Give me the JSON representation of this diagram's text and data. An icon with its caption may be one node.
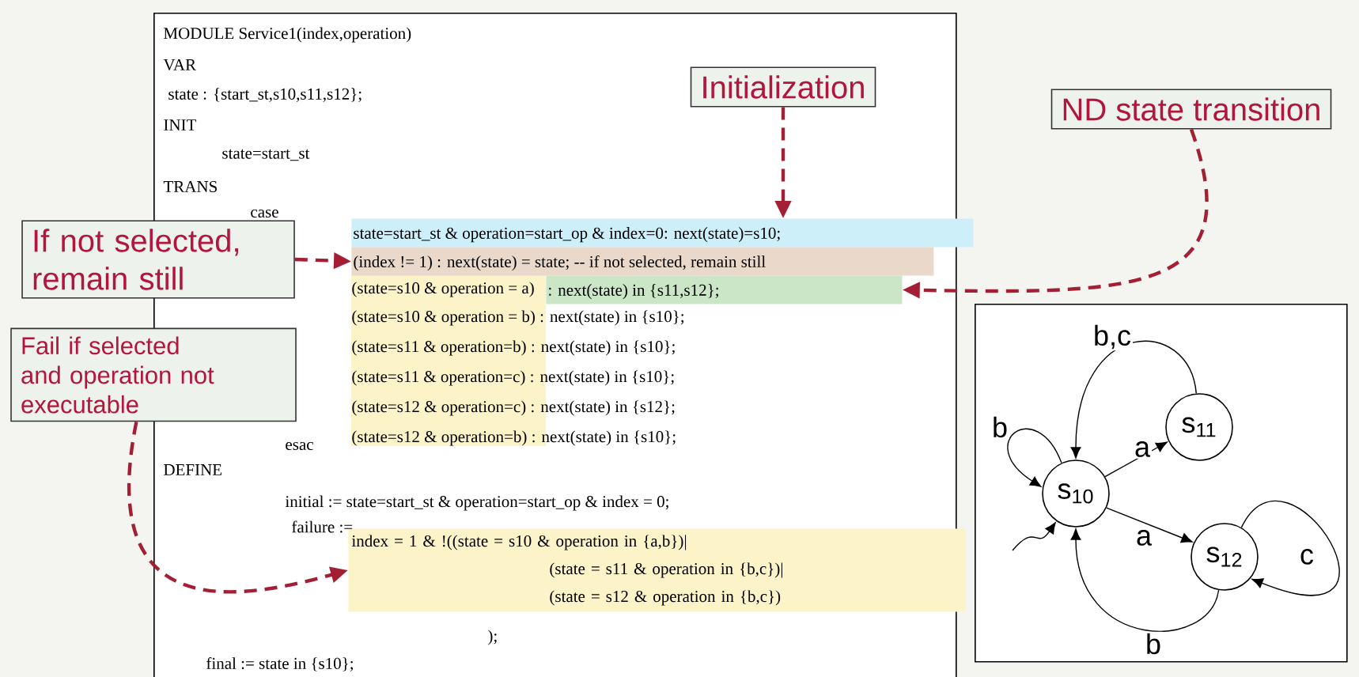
{
  "diagram": {
    "nodes": [
      {
        "text": [],
        "shape": "box"
      },
      {
        "text": [
          "Initialization"
        ],
        "in": 0
      },
      {
        "text": [
          "ND state transition"
        ]
      },
      {
        "text": [
          "If not selected, remain still"
        ]
      },
      {
        "text": [
          "Fail if selected and operation not executable"
        ]
      },
      {
        "text": [
          "state=start_st & operation=start_op & index=0: next(state)=s10;"
        ],
        "in": 0
      },
      {
        "text": [
          "(index != 1) : next(state) = state; -- if not selected, remain still"
        ],
        "in": 0
      },
      {
        "text": [
          ": next(state) in {s11,s12};"
        ],
        "in": 0
      },
      {
        "text": [
          "index = 1 & !((state = s10 & operation in {a,b})|",
          "(state = s11 & operation in {b,c})|",
          "(state = s12 & operation in {b,c})"
        ],
        "in": 0
      },
      {
        "text": [],
        "shape": "box"
      },
      {
        "text": [
          "s$_{10}$"
        ],
        "in": 9
      },
      {
        "text": [
          "s$_{11}$"
        ],
        "in": 9
      },
      {
        "text": [
          "s$_{12}$"
        ],
        "in": 9
      }
    ],
    "edges": [
      {
        "from": 1,
        "to": 5,
        "arrow": "to",
        "style": "dashed",
        "color": "#a31f34"
      },
      {
        "from": 3,
        "to": 6,
        "arrow": "to",
        "style": "dashed",
        "color": "#a31f34"
      },
      {
        "from": 2,
        "to": 7,
        "arrow": "to",
        "style": "dashed",
        "color": "#a31f34"
      },
      {
        "from": 4,
        "to": 8,
        "arrow": "to",
        "style": "dashed",
        "color": "#a31f34"
      },
      {
        "from": 11,
        "to": 10,
        "arrow": "to",
        "label": "b,c"
      },
      {
        "from": 10,
        "to": 10,
        "arrow": "to",
        "label": "b"
      },
      {
        "from": 10,
        "to": 11,
        "arrow": "to",
        "label": "a"
      },
      {
        "from": 10,
        "to": 12,
        "arrow": "to",
        "label": "a"
      },
      {
        "from": 12,
        "to": 12,
        "arrow": "to",
        "label": "c"
      },
      {
        "from": 12,
        "to": 10,
        "arrow": "to",
        "label": "b"
      },
      {
        "from": null,
        "to": 10,
        "arrow": "to"
      }
    ],
    "labels": [
      "MODULE Service1(index,operation)",
      "VAR",
      "state : {start_st,s10,s11,s12};",
      "INIT",
      "state=start_st",
      "TRANS",
      "case",
      "(state=s10 & operation = a)",
      "(state=s10 & operation = b) : next(state) in {s10};",
      "(state=s11 & operation=b) : next(state) in {s10};",
      "(state=s11 & operation=c) : next(state) in {s10};",
      "(state=s12 & operation=c) : next(state) in {s12};",
      "(state=s12 & operation=b) : next(state) in {s10};",
      "esac",
      "DEFINE",
      "initial := state=start_st & operation=start_op & index = 0;",
      "failure :=",
      ");",
      "final := state in {s10};"
    ]
  }
}
